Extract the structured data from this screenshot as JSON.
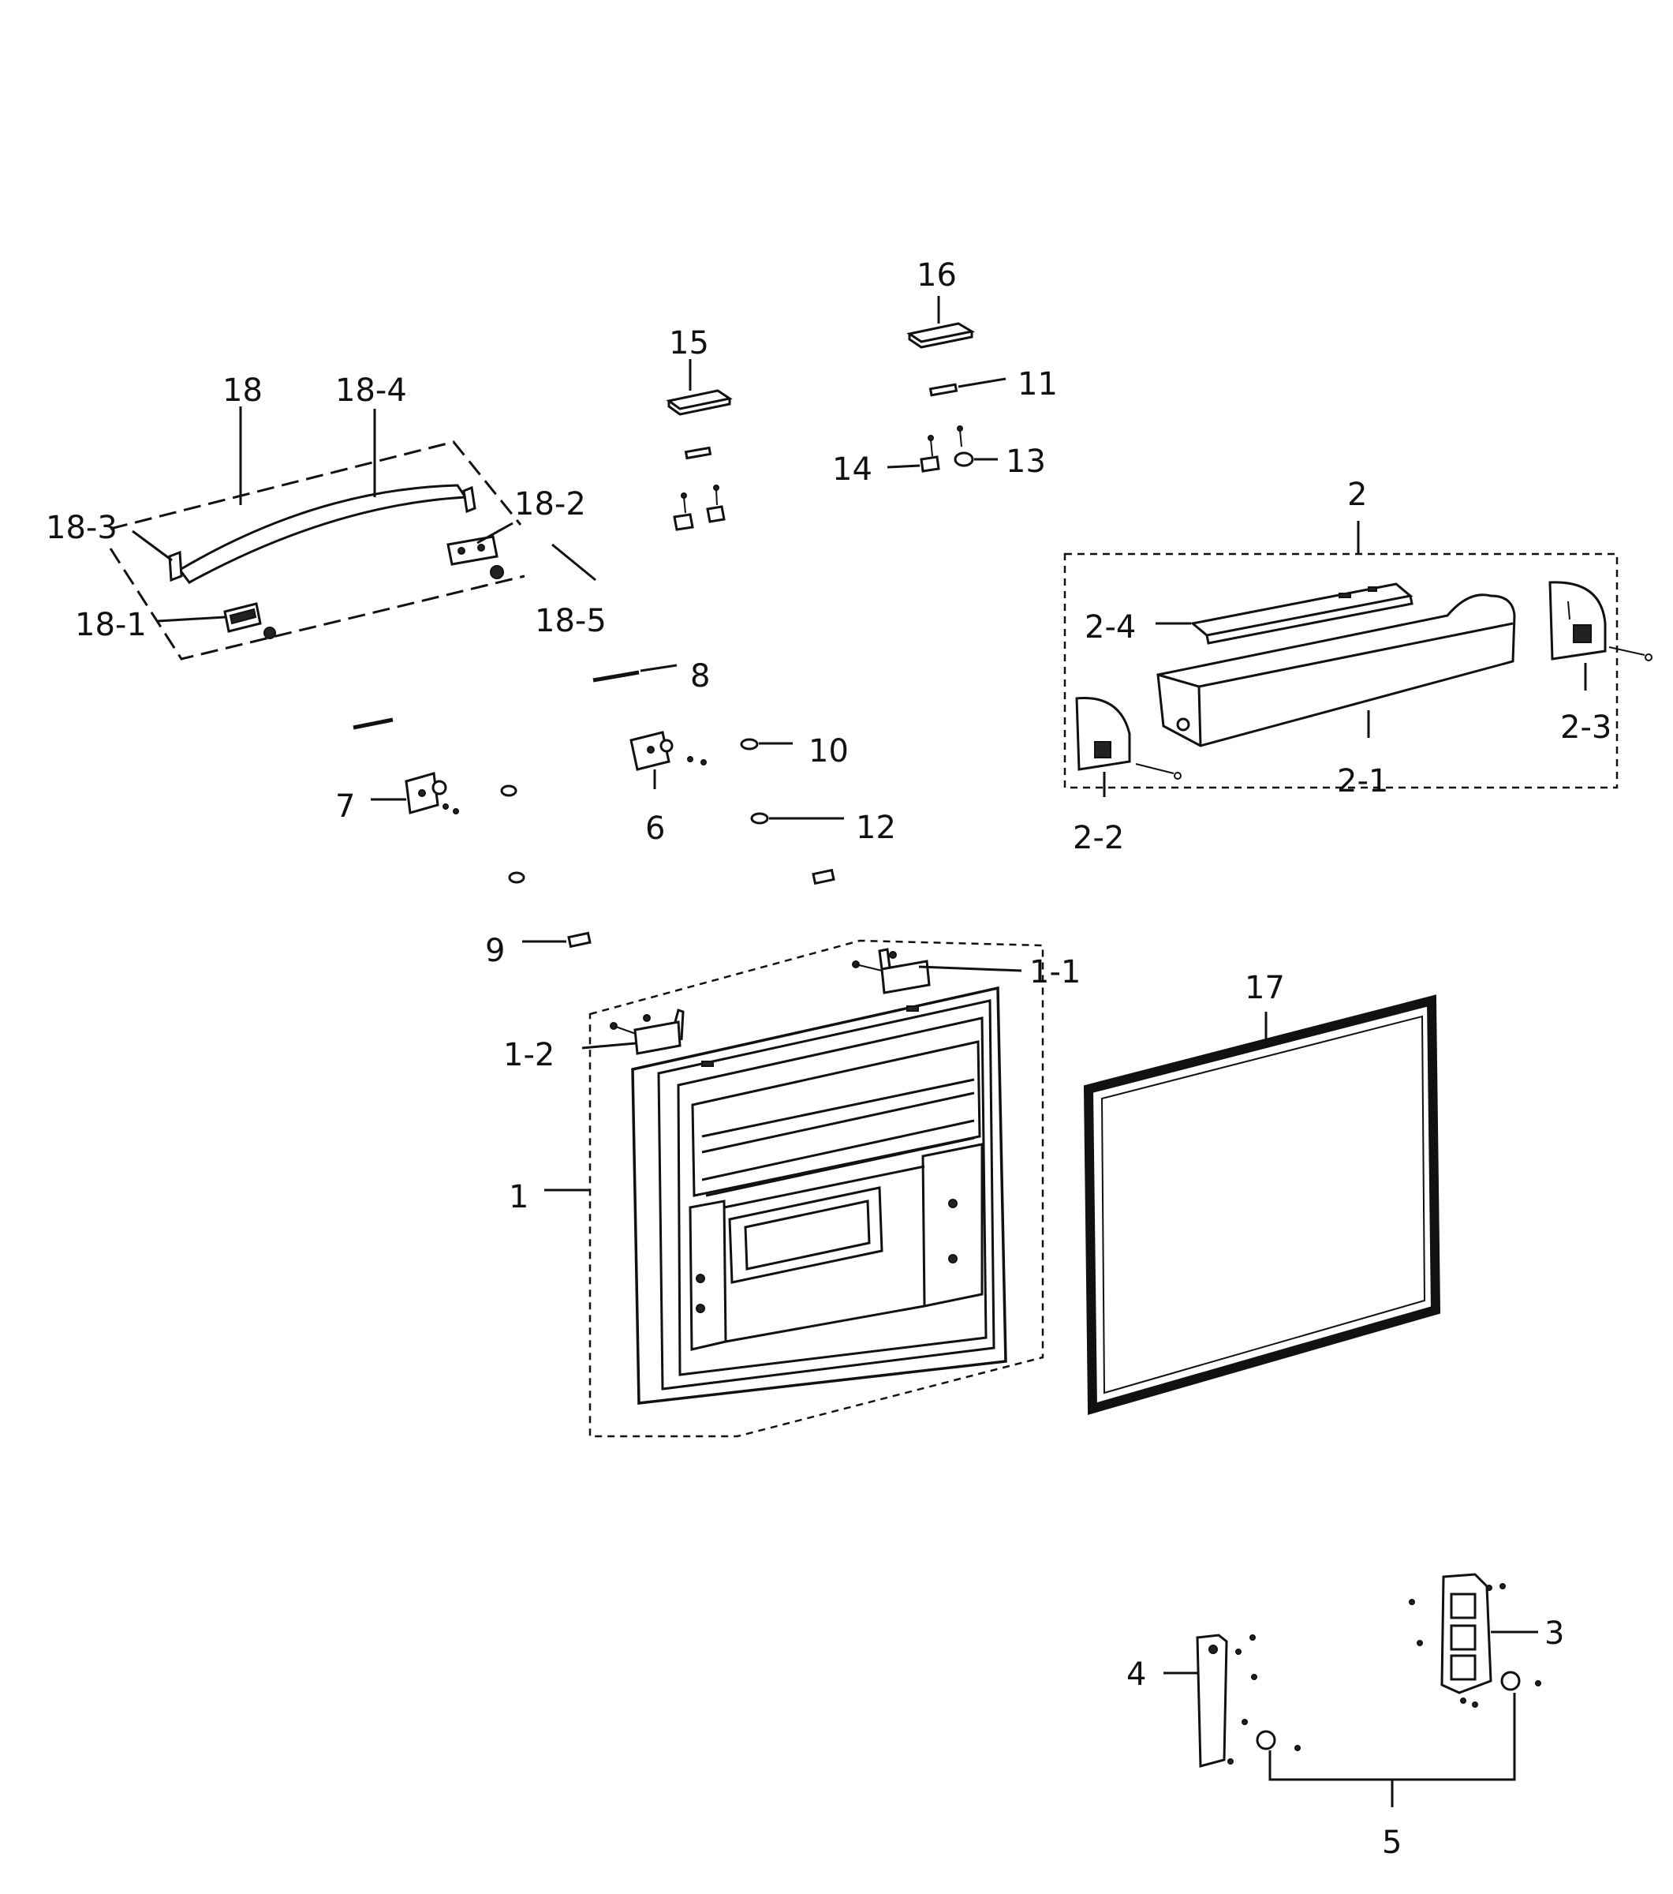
{
  "diagram": {
    "callouts": {
      "c1": "1",
      "c1_1": "1-1",
      "c1_2": "1-2",
      "c2": "2",
      "c2_1": "2-1",
      "c2_2": "2-2",
      "c2_3": "2-3",
      "c2_4": "2-4",
      "c3": "3",
      "c4": "4",
      "c5": "5",
      "c6": "6",
      "c7": "7",
      "c8": "8",
      "c9": "9",
      "c10": "10",
      "c11": "11",
      "c12": "12",
      "c13": "13",
      "c14": "14",
      "c15": "15",
      "c16": "16",
      "c17": "17",
      "c18": "18",
      "c18_1": "18-1",
      "c18_2": "18-2",
      "c18_3": "18-3",
      "c18_4": "18-4",
      "c18_5": "18-5"
    },
    "parts": [
      {
        "id": "door-assembly",
        "callout": "1"
      },
      {
        "id": "hinge-bracket-right",
        "callout": "1-1"
      },
      {
        "id": "hinge-bracket-left",
        "callout": "1-2"
      },
      {
        "id": "door-bin-assembly",
        "callout": "2"
      },
      {
        "id": "bin-tray",
        "callout": "2-1"
      },
      {
        "id": "bin-side-left",
        "callout": "2-2"
      },
      {
        "id": "bin-side-right",
        "callout": "2-3"
      },
      {
        "id": "bin-cover",
        "callout": "2-4"
      },
      {
        "id": "rail-bracket-right",
        "callout": "3"
      },
      {
        "id": "rail-bracket-left",
        "callout": "4"
      },
      {
        "id": "roller",
        "callout": "5"
      },
      {
        "id": "hinge-center",
        "callout": "6"
      },
      {
        "id": "hinge-left",
        "callout": "7"
      },
      {
        "id": "shaft",
        "callout": "8"
      },
      {
        "id": "clip",
        "callout": "9"
      },
      {
        "id": "screw-10",
        "callout": "10"
      },
      {
        "id": "pin-11",
        "callout": "11"
      },
      {
        "id": "screw-12",
        "callout": "12"
      },
      {
        "id": "stopper-13",
        "callout": "13"
      },
      {
        "id": "stopper-14",
        "callout": "14"
      },
      {
        "id": "cover-15",
        "callout": "15"
      },
      {
        "id": "cover-16",
        "callout": "16"
      },
      {
        "id": "gasket",
        "callout": "17"
      },
      {
        "id": "handle-assembly",
        "callout": "18"
      },
      {
        "id": "handle-holder-left",
        "callout": "18-1"
      },
      {
        "id": "handle-holder-right",
        "callout": "18-2"
      },
      {
        "id": "handle-cap",
        "callout": "18-3"
      },
      {
        "id": "handle-bar",
        "callout": "18-4"
      },
      {
        "id": "handle-screw",
        "callout": "18-5"
      }
    ]
  }
}
